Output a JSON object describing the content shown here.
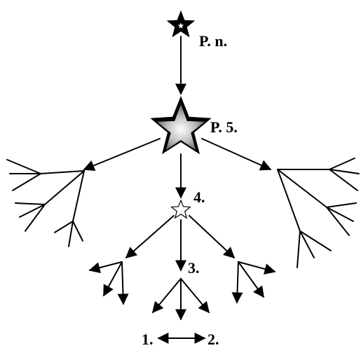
{
  "diagram": {
    "labels": {
      "top": "P. n.",
      "big_star": "P. 5.",
      "level4": "4.",
      "level3": "3.",
      "level1": "1.",
      "level2": "2."
    },
    "colors": {
      "ink": "#000000",
      "background": "#ffffff",
      "star_gradient_light": "#ffffff",
      "star_gradient_dark": "#5a5a5a"
    },
    "icons": {
      "top": "small-black-star-icon",
      "big": "large-gradient-star-icon",
      "level4": "small-outline-star-icon"
    }
  }
}
